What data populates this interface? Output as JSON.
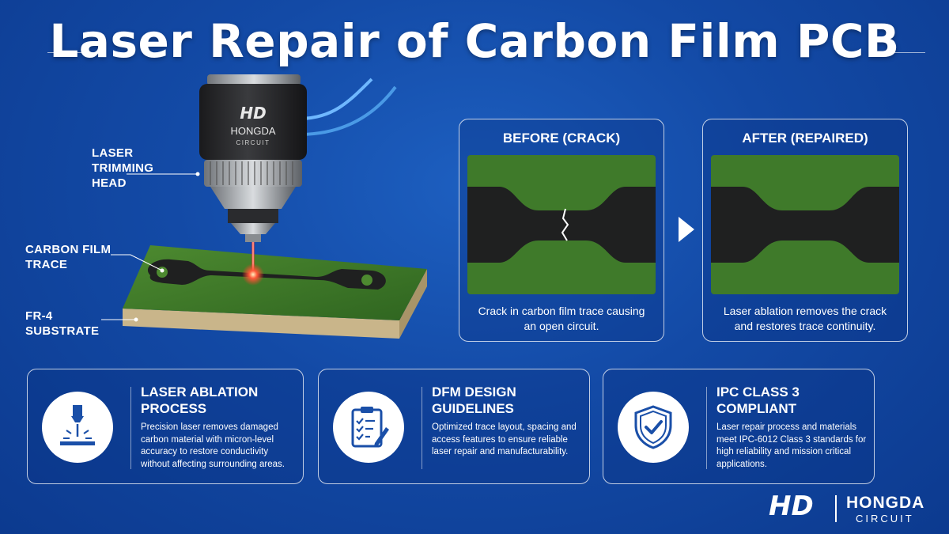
{
  "title": "Laser Repair of Carbon Film PCB",
  "illustration": {
    "head_brand": "HONGDA",
    "head_brand_sub": "CIRCUIT",
    "head_logo": "HD",
    "callouts": [
      {
        "text": "LASER\nTRIMMING\nHEAD"
      },
      {
        "text": "CARBON FILM\nTRACE"
      },
      {
        "text": "FR-4\nSUBSTRATE"
      }
    ]
  },
  "before_after": {
    "before": {
      "title": "BEFORE (CRACK)",
      "caption": "Crack in carbon film trace causing an open circuit."
    },
    "after": {
      "title": "AFTER (REPAIRED)",
      "caption": "Laser ablation removes the crack and restores trace continuity."
    },
    "arrow_icon": "chevron-right-icon"
  },
  "cards": [
    {
      "icon": "laser-ablation-icon",
      "title": "LASER ABLATION\nPROCESS",
      "text": "Precision laser removes damaged carbon material with micron-level accuracy to restore conductivity without affecting surrounding areas."
    },
    {
      "icon": "clipboard-checklist-icon",
      "title": "DFM DESIGN\nGUIDELINES",
      "text": "Optimized trace layout, spacing and access features to ensure reliable laser repair and manufacturability."
    },
    {
      "icon": "shield-check-icon",
      "title": "IPC CLASS 3\nCOMPLIANT",
      "text": "Laser repair process and materials meet IPC-6012 Class 3 standards for high reliability and mission critical applications."
    }
  ],
  "brand": {
    "logo": "HD",
    "name": "HONGDA",
    "sub": "CIRCUIT"
  },
  "colors": {
    "background": "#134aa6",
    "board_green": "#3f7a2a",
    "trace_black": "#1f2020",
    "laser_red": "#ff3b2f",
    "icon_blue": "#1a4fa8"
  }
}
